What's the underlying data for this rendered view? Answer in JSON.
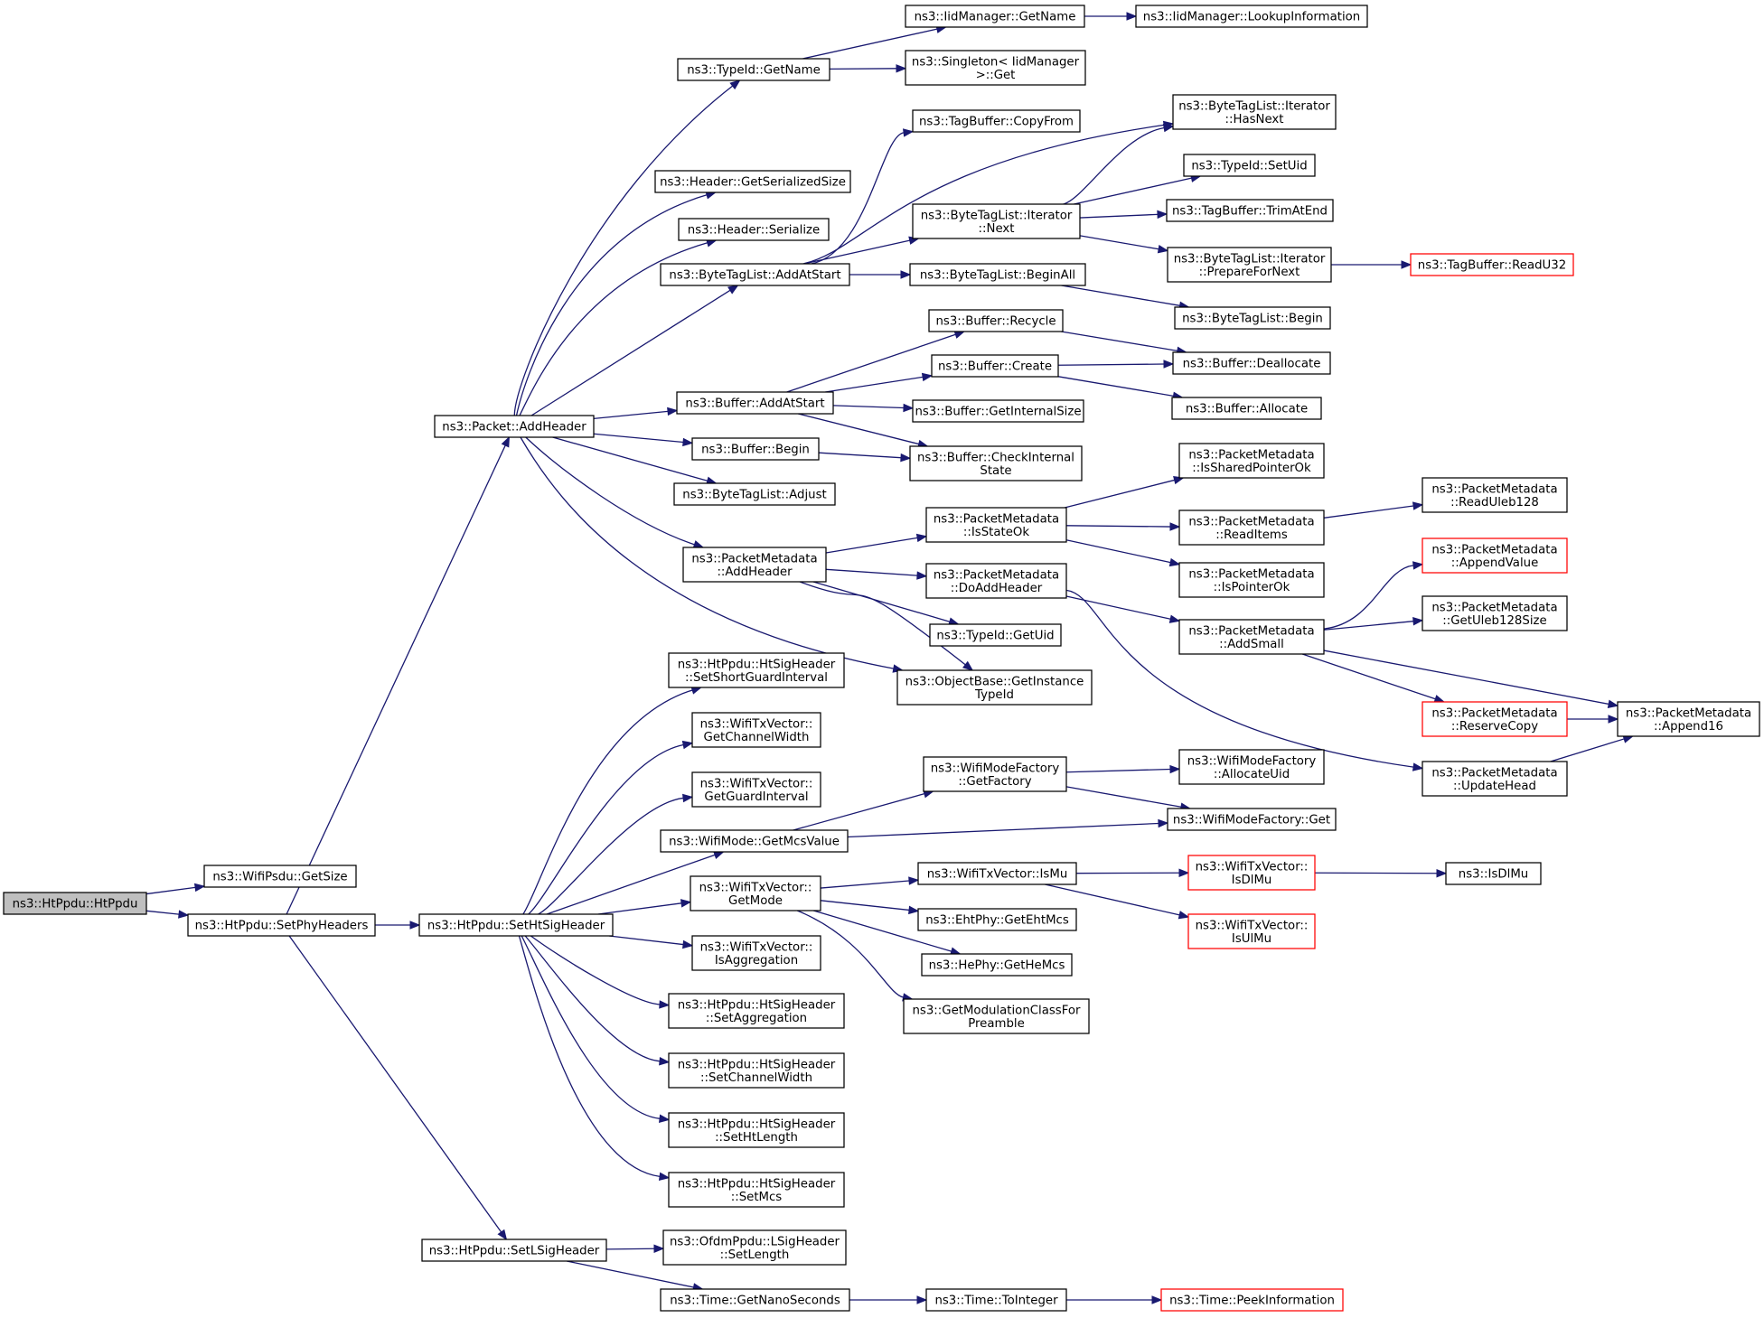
{
  "diagram": {
    "nodes": [
      {
        "id": "n1",
        "lines": [
          "ns3::HtPpdu::HtPpdu"
        ],
        "root": true
      },
      {
        "id": "n2",
        "lines": [
          "ns3::WifiPsdu::GetSize"
        ]
      },
      {
        "id": "n3",
        "lines": [
          "ns3::HtPpdu::SetPhyHeaders"
        ]
      },
      {
        "id": "n4",
        "lines": [
          "ns3::Packet::AddHeader"
        ]
      },
      {
        "id": "n5",
        "lines": [
          "ns3::HtPpdu::SetHtSigHeader"
        ]
      },
      {
        "id": "n6",
        "lines": [
          "ns3::HtPpdu::SetLSigHeader"
        ]
      },
      {
        "id": "n7",
        "lines": [
          "ns3::TypeId::GetName"
        ]
      },
      {
        "id": "n8",
        "lines": [
          "ns3::Header::GetSerializedSize"
        ]
      },
      {
        "id": "n9",
        "lines": [
          "ns3::Header::Serialize"
        ]
      },
      {
        "id": "n10",
        "lines": [
          "ns3::ByteTagList::AddAtStart"
        ]
      },
      {
        "id": "n11",
        "lines": [
          "ns3::Buffer::AddAtStart"
        ]
      },
      {
        "id": "n12",
        "lines": [
          "ns3::Buffer::Begin"
        ]
      },
      {
        "id": "n13",
        "lines": [
          "ns3::ByteTagList::Adjust"
        ]
      },
      {
        "id": "n14",
        "lines": [
          "ns3::PacketMetadata",
          "::AddHeader"
        ]
      },
      {
        "id": "n15",
        "lines": [
          "ns3::ObjectBase::GetInstance",
          "TypeId"
        ]
      },
      {
        "id": "n16",
        "lines": [
          "ns3::IidManager::GetName"
        ]
      },
      {
        "id": "n17",
        "lines": [
          "ns3::Singleton< IidManager",
          ">::Get"
        ]
      },
      {
        "id": "n18",
        "lines": [
          "ns3::IidManager::LookupInformation"
        ]
      },
      {
        "id": "n19",
        "lines": [
          "ns3::TagBuffer::CopyFrom"
        ]
      },
      {
        "id": "n20",
        "lines": [
          "ns3::ByteTagList::Iterator",
          "::HasNext"
        ]
      },
      {
        "id": "n21",
        "lines": [
          "ns3::ByteTagList::Iterator",
          "::Next"
        ]
      },
      {
        "id": "n22",
        "lines": [
          "ns3::ByteTagList::BeginAll"
        ]
      },
      {
        "id": "n23",
        "lines": [
          "ns3::TypeId::SetUid"
        ]
      },
      {
        "id": "n24",
        "lines": [
          "ns3::TagBuffer::TrimAtEnd"
        ]
      },
      {
        "id": "n25",
        "lines": [
          "ns3::ByteTagList::Iterator",
          "::PrepareForNext"
        ]
      },
      {
        "id": "n26",
        "lines": [
          "ns3::TagBuffer::ReadU32"
        ],
        "red": true
      },
      {
        "id": "n27",
        "lines": [
          "ns3::ByteTagList::Begin"
        ]
      },
      {
        "id": "n28",
        "lines": [
          "ns3::Buffer::Recycle"
        ]
      },
      {
        "id": "n29",
        "lines": [
          "ns3::Buffer::Create"
        ]
      },
      {
        "id": "n30",
        "lines": [
          "ns3::Buffer::Deallocate"
        ]
      },
      {
        "id": "n31",
        "lines": [
          "ns3::Buffer::Allocate"
        ]
      },
      {
        "id": "n32",
        "lines": [
          "ns3::Buffer::GetInternalSize"
        ]
      },
      {
        "id": "n33",
        "lines": [
          "ns3::Buffer::CheckInternal",
          "State"
        ]
      },
      {
        "id": "n34",
        "lines": [
          "ns3::PacketMetadata",
          "::IsStateOk"
        ]
      },
      {
        "id": "n35",
        "lines": [
          "ns3::PacketMetadata",
          "::DoAddHeader"
        ]
      },
      {
        "id": "n36",
        "lines": [
          "ns3::TypeId::GetUid"
        ]
      },
      {
        "id": "n37",
        "lines": [
          "ns3::PacketMetadata",
          "::IsSharedPointerOk"
        ]
      },
      {
        "id": "n38",
        "lines": [
          "ns3::PacketMetadata",
          "::ReadItems"
        ]
      },
      {
        "id": "n39",
        "lines": [
          "ns3::PacketMetadata",
          "::IsPointerOk"
        ]
      },
      {
        "id": "n40",
        "lines": [
          "ns3::PacketMetadata",
          "::ReadUleb128"
        ]
      },
      {
        "id": "n41",
        "lines": [
          "ns3::PacketMetadata",
          "::AddSmall"
        ]
      },
      {
        "id": "n42",
        "lines": [
          "ns3::PacketMetadata",
          "::UpdateHead"
        ]
      },
      {
        "id": "n43",
        "lines": [
          "ns3::PacketMetadata",
          "::AppendValue"
        ],
        "red": true
      },
      {
        "id": "n44",
        "lines": [
          "ns3::PacketMetadata",
          "::GetUleb128Size"
        ]
      },
      {
        "id": "n45",
        "lines": [
          "ns3::PacketMetadata",
          "::ReserveCopy"
        ],
        "red": true
      },
      {
        "id": "n46",
        "lines": [
          "ns3::PacketMetadata",
          "::Append16"
        ]
      },
      {
        "id": "n47",
        "lines": [
          "ns3::HtPpdu::HtSigHeader",
          "::SetShortGuardInterval"
        ]
      },
      {
        "id": "n48",
        "lines": [
          "ns3::WifiTxVector::",
          "GetChannelWidth"
        ]
      },
      {
        "id": "n49",
        "lines": [
          "ns3::WifiTxVector::",
          "GetGuardInterval"
        ]
      },
      {
        "id": "n50",
        "lines": [
          "ns3::WifiMode::GetMcsValue"
        ]
      },
      {
        "id": "n51",
        "lines": [
          "ns3::WifiTxVector::",
          "GetMode"
        ]
      },
      {
        "id": "n52",
        "lines": [
          "ns3::WifiTxVector::",
          "IsAggregation"
        ]
      },
      {
        "id": "n53",
        "lines": [
          "ns3::HtPpdu::HtSigHeader",
          "::SetAggregation"
        ]
      },
      {
        "id": "n54",
        "lines": [
          "ns3::HtPpdu::HtSigHeader",
          "::SetChannelWidth"
        ]
      },
      {
        "id": "n55",
        "lines": [
          "ns3::HtPpdu::HtSigHeader",
          "::SetHtLength"
        ]
      },
      {
        "id": "n56",
        "lines": [
          "ns3::HtPpdu::HtSigHeader",
          "::SetMcs"
        ]
      },
      {
        "id": "n57",
        "lines": [
          "ns3::WifiModeFactory",
          "::GetFactory"
        ]
      },
      {
        "id": "n58",
        "lines": [
          "ns3::WifiModeFactory",
          "::AllocateUid"
        ]
      },
      {
        "id": "n59",
        "lines": [
          "ns3::WifiModeFactory::Get"
        ]
      },
      {
        "id": "n60",
        "lines": [
          "ns3::WifiTxVector::IsMu"
        ]
      },
      {
        "id": "n61",
        "lines": [
          "ns3::EhtPhy::GetEhtMcs"
        ]
      },
      {
        "id": "n62",
        "lines": [
          "ns3::HePhy::GetHeMcs"
        ]
      },
      {
        "id": "n63",
        "lines": [
          "ns3::GetModulationClassFor",
          "Preamble"
        ]
      },
      {
        "id": "n64",
        "lines": [
          "ns3::WifiTxVector::",
          "IsDlMu"
        ],
        "red": true
      },
      {
        "id": "n65",
        "lines": [
          "ns3::WifiTxVector::",
          "IsUlMu"
        ],
        "red": true
      },
      {
        "id": "n66",
        "lines": [
          "ns3::IsDlMu"
        ]
      },
      {
        "id": "n67",
        "lines": [
          "ns3::OfdmPpdu::LSigHeader",
          "::SetLength"
        ]
      },
      {
        "id": "n68",
        "lines": [
          "ns3::Time::GetNanoSeconds"
        ]
      },
      {
        "id": "n69",
        "lines": [
          "ns3::Time::ToInteger"
        ]
      },
      {
        "id": "n70",
        "lines": [
          "ns3::Time::PeekInformation"
        ],
        "red": true
      }
    ],
    "edges": [
      [
        "n1",
        "n2"
      ],
      [
        "n1",
        "n3"
      ],
      [
        "n3",
        "n4"
      ],
      [
        "n3",
        "n5"
      ],
      [
        "n3",
        "n6"
      ],
      [
        "n4",
        "n7"
      ],
      [
        "n4",
        "n8"
      ],
      [
        "n4",
        "n9"
      ],
      [
        "n4",
        "n10"
      ],
      [
        "n4",
        "n11"
      ],
      [
        "n4",
        "n12"
      ],
      [
        "n4",
        "n13"
      ],
      [
        "n4",
        "n14"
      ],
      [
        "n4",
        "n15"
      ],
      [
        "n7",
        "n16"
      ],
      [
        "n7",
        "n17"
      ],
      [
        "n16",
        "n18"
      ],
      [
        "n10",
        "n19"
      ],
      [
        "n10",
        "n20"
      ],
      [
        "n10",
        "n21"
      ],
      [
        "n10",
        "n22"
      ],
      [
        "n21",
        "n20"
      ],
      [
        "n21",
        "n23"
      ],
      [
        "n21",
        "n24"
      ],
      [
        "n21",
        "n25"
      ],
      [
        "n25",
        "n26"
      ],
      [
        "n22",
        "n27"
      ],
      [
        "n11",
        "n28"
      ],
      [
        "n11",
        "n29"
      ],
      [
        "n11",
        "n32"
      ],
      [
        "n11",
        "n33"
      ],
      [
        "n28",
        "n30"
      ],
      [
        "n29",
        "n30"
      ],
      [
        "n29",
        "n31"
      ],
      [
        "n12",
        "n33"
      ],
      [
        "n14",
        "n34"
      ],
      [
        "n14",
        "n35"
      ],
      [
        "n14",
        "n36"
      ],
      [
        "n14",
        "n15"
      ],
      [
        "n34",
        "n37"
      ],
      [
        "n34",
        "n38"
      ],
      [
        "n34",
        "n39"
      ],
      [
        "n38",
        "n40"
      ],
      [
        "n35",
        "n41"
      ],
      [
        "n35",
        "n42"
      ],
      [
        "n41",
        "n43"
      ],
      [
        "n41",
        "n44"
      ],
      [
        "n41",
        "n45"
      ],
      [
        "n41",
        "n46"
      ],
      [
        "n45",
        "n46"
      ],
      [
        "n42",
        "n46"
      ],
      [
        "n5",
        "n47"
      ],
      [
        "n5",
        "n48"
      ],
      [
        "n5",
        "n49"
      ],
      [
        "n5",
        "n50"
      ],
      [
        "n5",
        "n51"
      ],
      [
        "n5",
        "n52"
      ],
      [
        "n5",
        "n53"
      ],
      [
        "n5",
        "n54"
      ],
      [
        "n5",
        "n55"
      ],
      [
        "n5",
        "n56"
      ],
      [
        "n50",
        "n57"
      ],
      [
        "n50",
        "n59"
      ],
      [
        "n57",
        "n58"
      ],
      [
        "n57",
        "n59"
      ],
      [
        "n51",
        "n60"
      ],
      [
        "n51",
        "n61"
      ],
      [
        "n51",
        "n62"
      ],
      [
        "n51",
        "n63"
      ],
      [
        "n60",
        "n64"
      ],
      [
        "n60",
        "n65"
      ],
      [
        "n64",
        "n66"
      ],
      [
        "n6",
        "n67"
      ],
      [
        "n6",
        "n68"
      ],
      [
        "n68",
        "n69"
      ],
      [
        "n69",
        "n70"
      ]
    ]
  }
}
